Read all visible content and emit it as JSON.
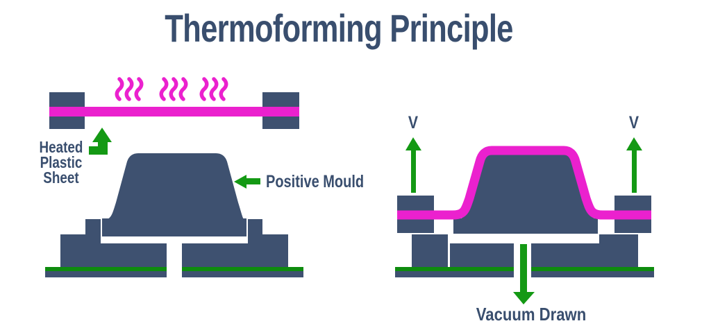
{
  "title": "Thermoforming Principle",
  "colors": {
    "slate": "#3E5170",
    "slate_text": "#394E6E",
    "magenta": "#EB21CE",
    "green_arrow": "#149914",
    "green_line": "#0E8C0E",
    "bg": "#FFFFFF"
  },
  "left_diagram": {
    "heated_sheet_label": {
      "line1": "Heated",
      "line2": "Plastic Sheet"
    },
    "positive_mould_label": "Positive Mould",
    "icons": {
      "heat_waves": "heat-waves-icon",
      "bent_up_arrow": "arrow-bent-up-icon",
      "left_arrow": "arrow-left-icon"
    }
  },
  "right_diagram": {
    "vacuum_port_left_label": "V",
    "vacuum_port_right_label": "V",
    "vacuum_drawn_label": "Vacuum Drawn",
    "icons": {
      "up_arrow_left": "arrow-up-icon",
      "up_arrow_right": "arrow-up-icon",
      "down_arrow": "arrow-down-icon"
    }
  }
}
